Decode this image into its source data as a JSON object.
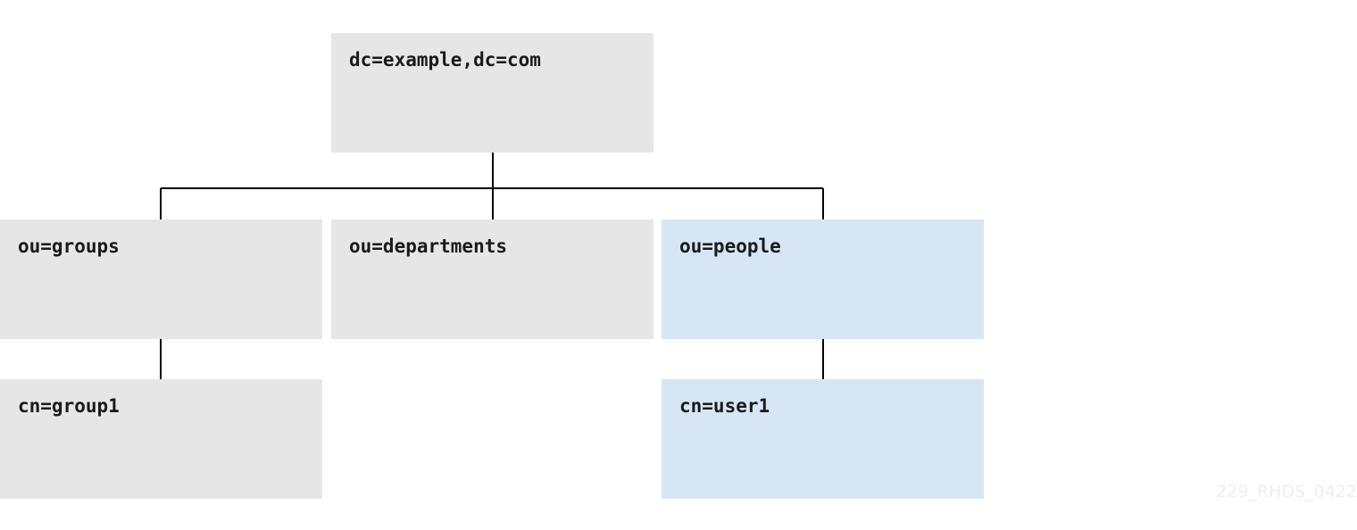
{
  "nodes": {
    "root": "dc=example,dc=com",
    "groups": "ou=groups",
    "departments": "ou=departments",
    "people": "ou=people",
    "group1": "cn=group1",
    "user1": "cn=user1"
  },
  "colors": {
    "default_node": "#e6e6e6",
    "highlighted_node": "#d6e6f5",
    "connector": "#000000"
  },
  "watermark": "229_RHDS_0422"
}
